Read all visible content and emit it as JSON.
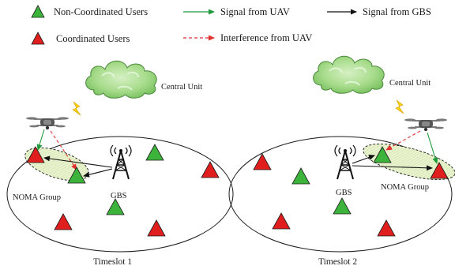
{
  "legend": {
    "non_coordinated_label": "Non-Coordinated Users",
    "coordinated_label": "Coordinated Users",
    "signal_uav_label": "Signal from UAV",
    "signal_gbs_label": "Signal from GBS",
    "interference_label": "Interference from UAV"
  },
  "timeslot1": {
    "central_unit_label": "Central Unit",
    "gbs_label": "GBS",
    "noma_label": "NOMA Group",
    "caption": "Timeslot 1"
  },
  "timeslot2": {
    "central_unit_label": "Central Unit",
    "gbs_label": "GBS",
    "noma_label": "NOMA Group",
    "caption": "Timeslot 2"
  },
  "colors": {
    "non_coordinated": "#3cb43c",
    "coordinated": "#e01e1e",
    "signal_uav": "#1f9a3a",
    "signal_gbs": "#111111",
    "interference": "#e03030",
    "cloud": "#a8dc8c",
    "noma_fill": "#e6f2cc"
  }
}
